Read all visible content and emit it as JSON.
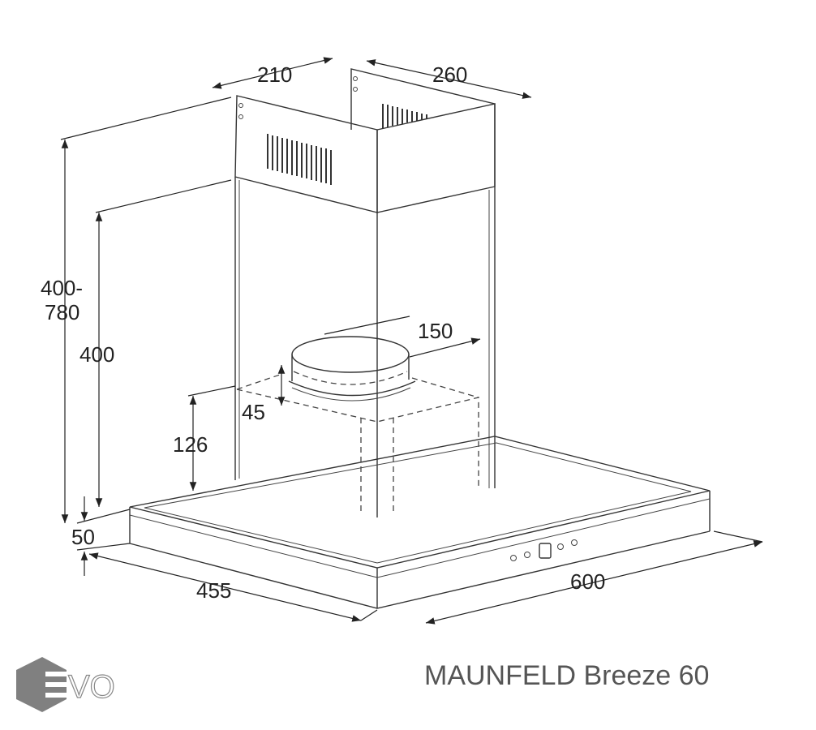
{
  "dimensions": {
    "chimney_depth": "210",
    "chimney_width": "260",
    "total_height_line1": "400-",
    "total_height_line2": "780",
    "chimney_height": "400",
    "outlet_diameter": "150",
    "outlet_height": "45",
    "motor_height": "126",
    "canopy_thickness": "50",
    "canopy_depth": "455",
    "canopy_width": "600"
  },
  "product_title": "MAUNFELD Breeze 60",
  "logo": {
    "text": "EVO",
    "color": "#808080"
  }
}
